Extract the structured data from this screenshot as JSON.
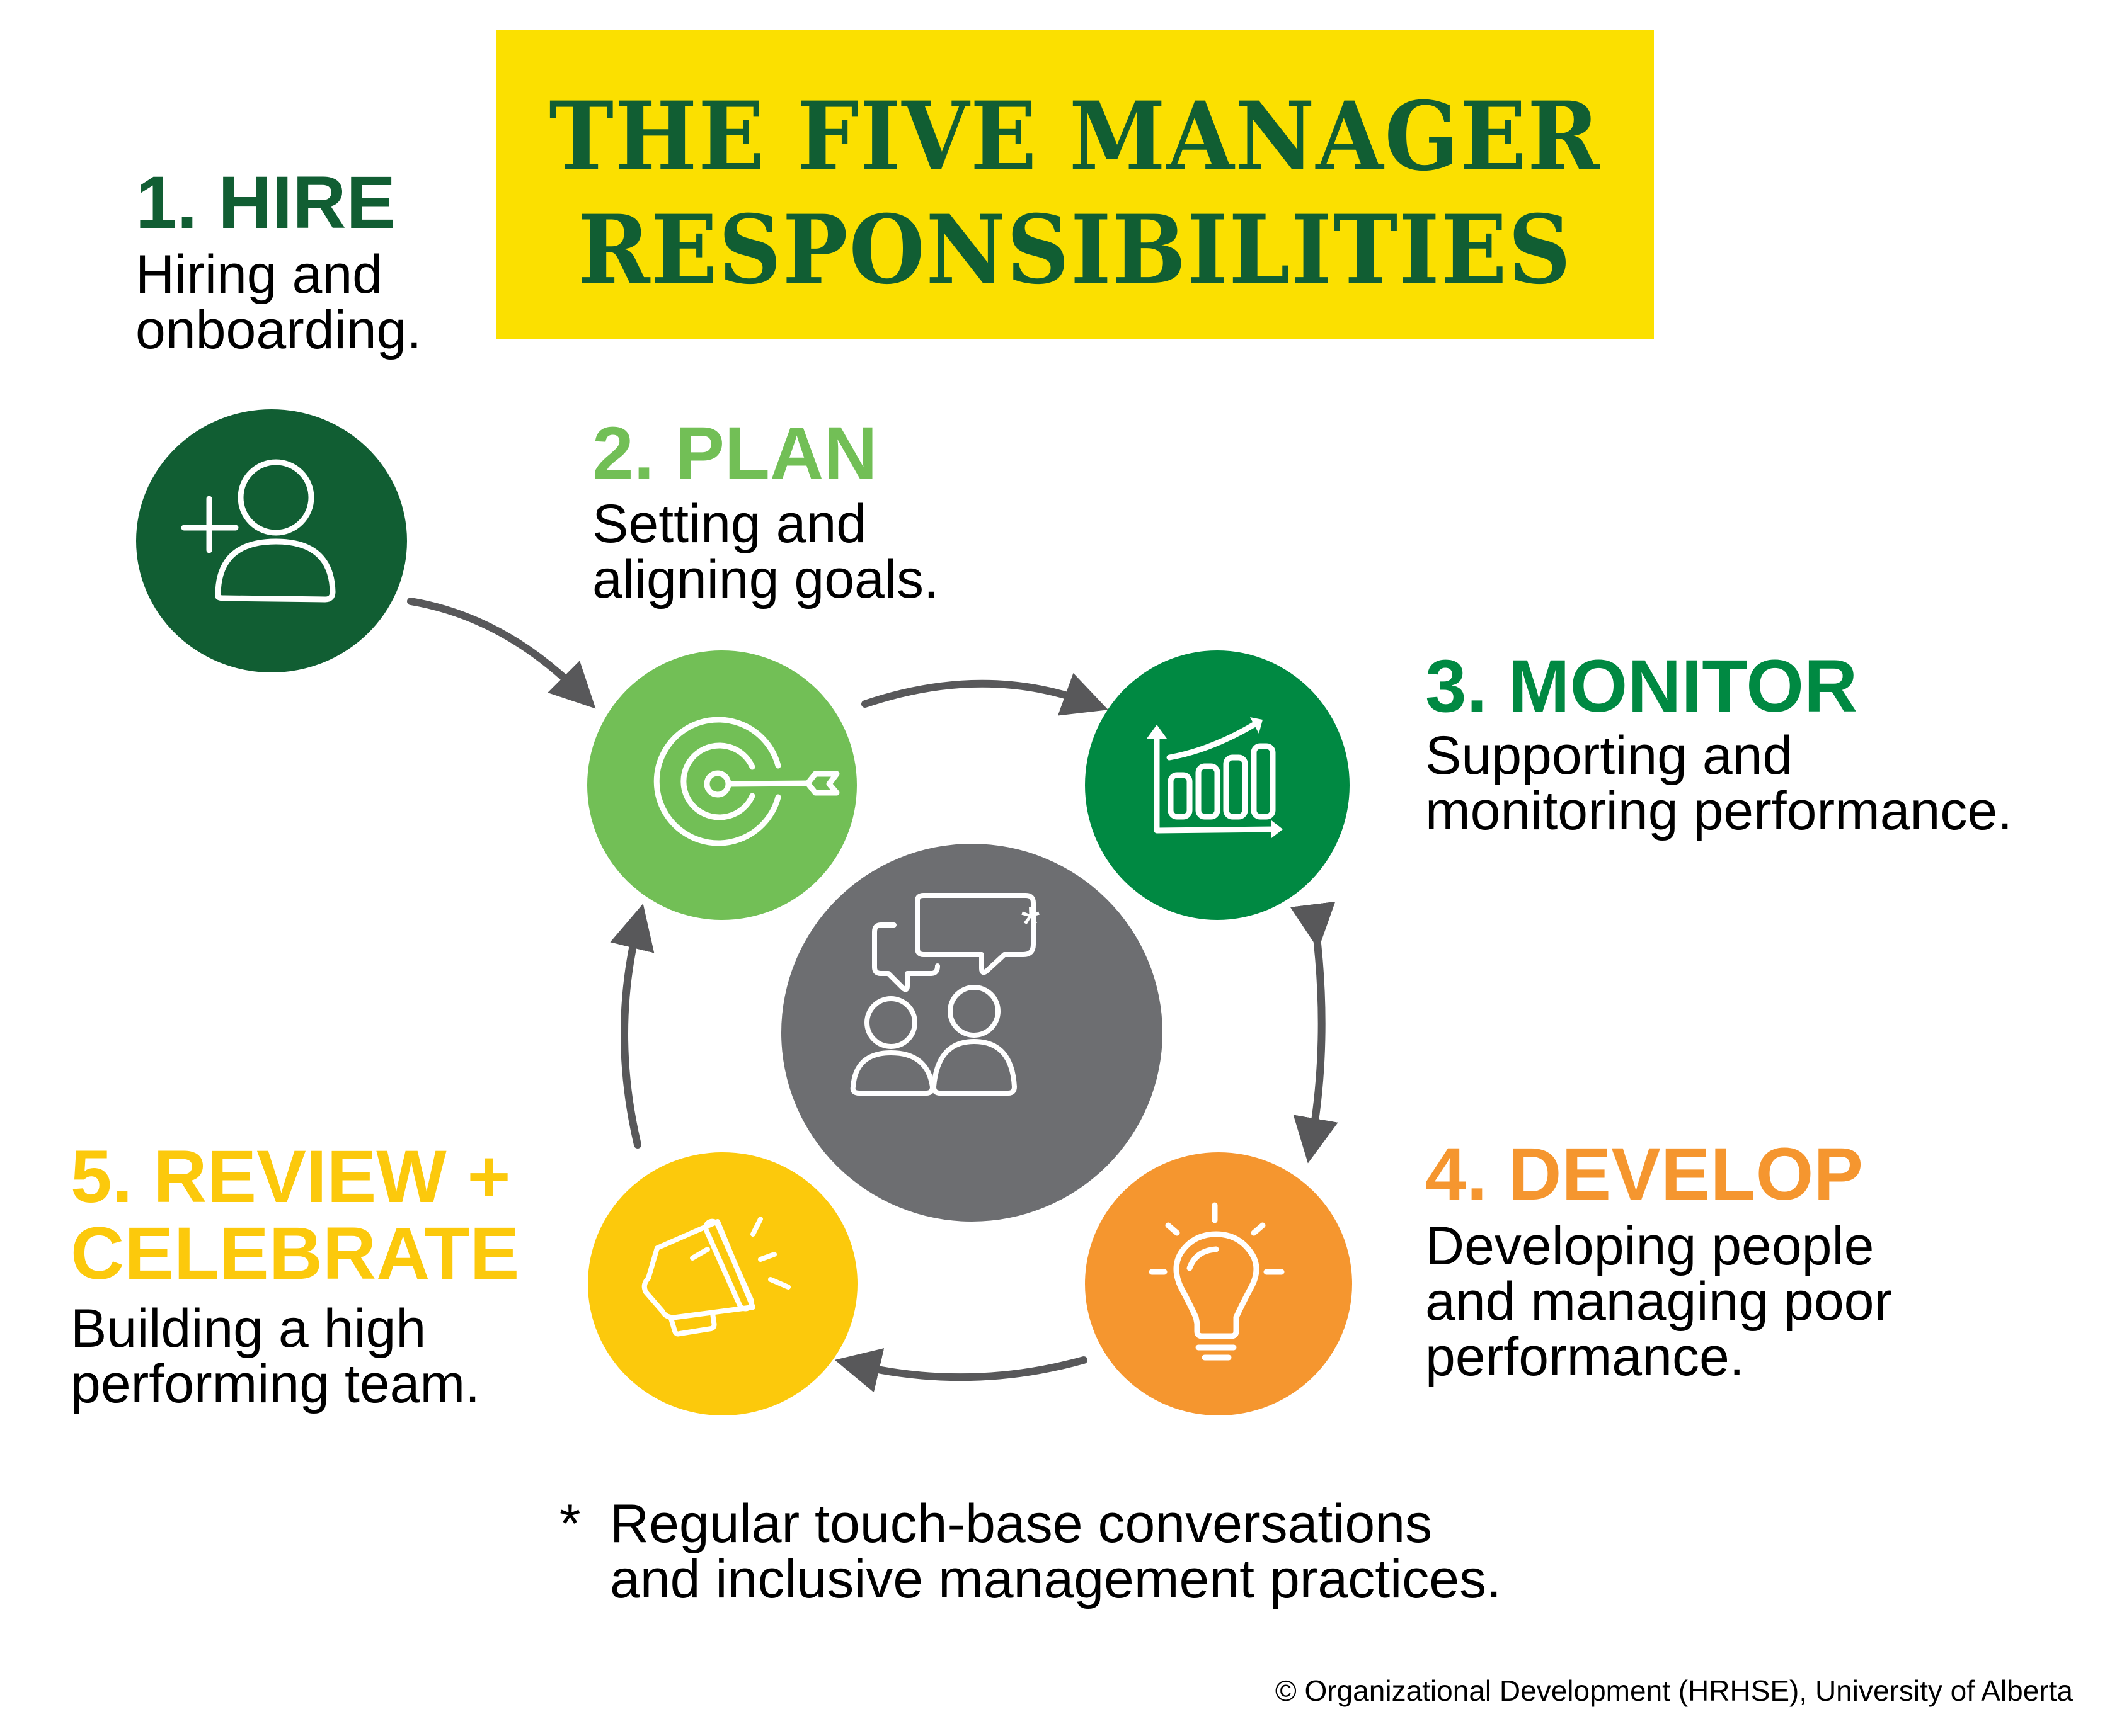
{
  "title": {
    "line1": "THE FIVE MANAGER",
    "line2": "RESPONSIBILITIES",
    "background_color": "#fbe000",
    "text_color": "#115e33"
  },
  "steps": [
    {
      "number": "1.",
      "heading": "1. HIRE",
      "description": "Hiring and\nonboarding.",
      "color": "#115e33",
      "icon": "add-user-icon"
    },
    {
      "number": "2.",
      "heading": "2. PLAN",
      "description": "Setting and\naligning goals.",
      "color": "#72bf56",
      "icon": "target-arrow-icon"
    },
    {
      "number": "3.",
      "heading": "3. MONITOR",
      "description": "Supporting and\nmonitoring performance.",
      "color": "#008942",
      "icon": "growth-chart-icon"
    },
    {
      "number": "4.",
      "heading": "4. DEVELOP",
      "description": "Developing people\nand managing poor\nperformance.",
      "color": "#f5962f",
      "icon": "lightbulb-icon"
    },
    {
      "number": "5.",
      "heading_line1": "5. REVIEW +",
      "heading_line2": "CELEBRATE",
      "description": "Building a high\nperforming team.",
      "color": "#fcc90c",
      "icon": "megaphone-icon"
    }
  ],
  "center": {
    "icon": "conversation-people-icon",
    "marker": "*",
    "color": "#6d6e71"
  },
  "footnote": {
    "marker": "*",
    "line1": "Regular touch-base conversations",
    "line2": "and inclusive management practices."
  },
  "copyright": "© Organizational Development (HRHSE), University of Alberta",
  "arrow_color": "#58585a"
}
